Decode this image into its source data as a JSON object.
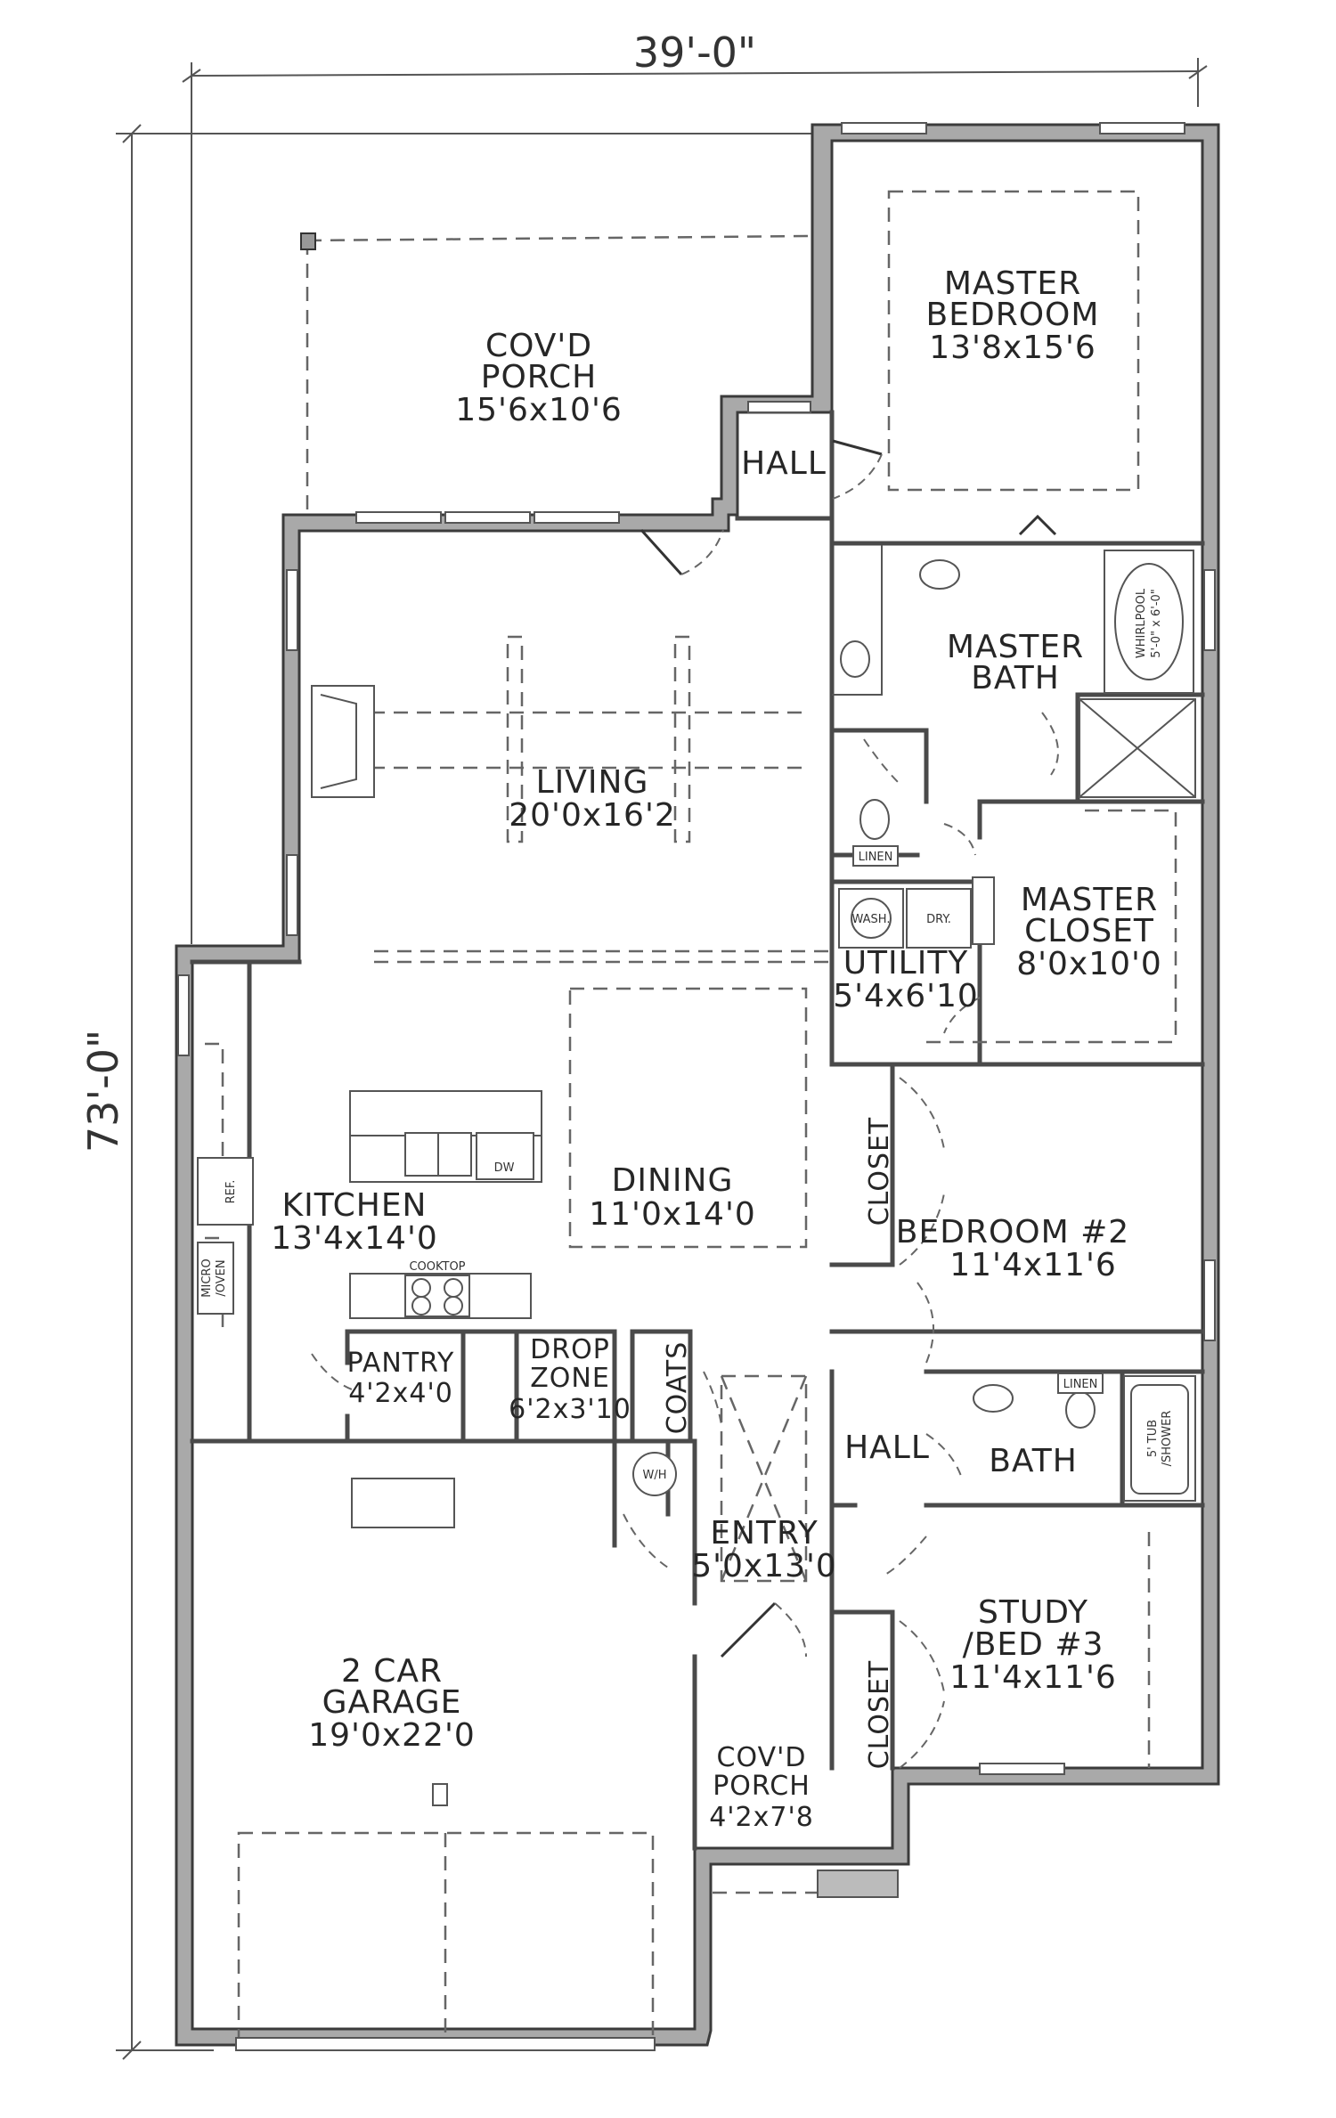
{
  "dimensions": {
    "width": "39'-0\"",
    "depth": "73'-0\""
  },
  "rooms": {
    "covd_porch_rear": {
      "name_1": "COV'D",
      "name_2": "PORCH",
      "size": "15'6x10'6"
    },
    "master_bedroom": {
      "name_1": "MASTER",
      "name_2": "BEDROOM",
      "size": "13'8x15'6"
    },
    "hall_rear": {
      "name": "HALL"
    },
    "master_bath": {
      "name_1": "MASTER",
      "name_2": "BATH"
    },
    "living": {
      "name": "LIVING",
      "size": "20'0x16'2"
    },
    "utility": {
      "name": "UTILITY",
      "size": "5'4x6'10"
    },
    "master_closet": {
      "name_1": "MASTER",
      "name_2": "CLOSET",
      "size": "8'0x10'0"
    },
    "kitchen": {
      "name": "KITCHEN",
      "size": "13'4x14'0"
    },
    "dining": {
      "name": "DINING",
      "size": "11'0x14'0"
    },
    "closet_bed2": {
      "name": "CLOSET"
    },
    "bedroom_2": {
      "name": "BEDROOM #2",
      "size": "11'4x11'6"
    },
    "pantry": {
      "name": "PANTRY",
      "size": "4'2x4'0"
    },
    "drop_zone": {
      "name_1": "DROP",
      "name_2": "ZONE",
      "size": "6'2x3'10"
    },
    "coats": {
      "name": "COATS"
    },
    "hall_front": {
      "name": "HALL"
    },
    "bath": {
      "name": "BATH"
    },
    "entry": {
      "name": "ENTRY",
      "size": "5'0x13'0"
    },
    "study": {
      "name_1": "STUDY",
      "name_2": "/BED #3",
      "size": "11'4x11'6"
    },
    "closet_study": {
      "name": "CLOSET"
    },
    "garage": {
      "name_1": "2 CAR",
      "name_2": "GARAGE",
      "size": "19'0x22'0"
    },
    "covd_porch_front": {
      "name_1": "COV'D",
      "name_2": "PORCH",
      "size": "4'2x7'8"
    }
  },
  "fixtures": {
    "wash": "WASH.",
    "dry": "DRY.",
    "linen_master": "LINEN",
    "linen_bath": "LINEN",
    "ref": "REF.",
    "micro_1": "MICRO",
    "micro_2": "/OVEN",
    "dw": "DW",
    "cooktop": "COOKTOP",
    "wh": "W/H",
    "whirlpool_1": "WHIRLPOOL",
    "whirlpool_2": "5'-0\" x 6'-0\"",
    "tub_1": "5' TUB",
    "tub_2": "/SHOWER"
  }
}
